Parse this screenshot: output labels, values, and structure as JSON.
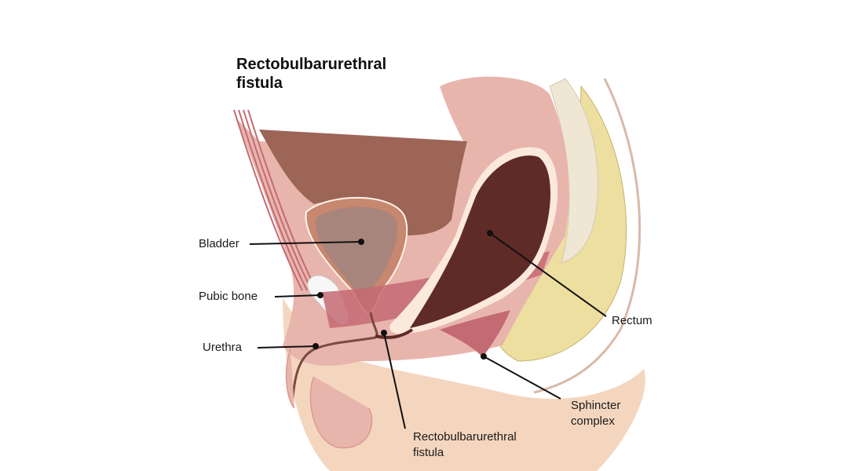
{
  "title": {
    "line1": "Rectobulbarurethral",
    "line2": "fistula"
  },
  "labels": {
    "bladder": "Bladder",
    "pubic_bone": "Pubic bone",
    "urethra": "Urethra",
    "rectum": "Rectum",
    "sphincter_line1": "Sphincter",
    "sphincter_line2": "complex",
    "fistula_line1": "Rectobulbarurethral",
    "fistula_line2": "fistula"
  },
  "colors": {
    "tissue": "#e8b5ad",
    "skin": "#f4d6bf",
    "cavity": "#9d6556",
    "bladder_wall": "#c8876f",
    "bladder_lumen": "#a8857c",
    "rectum_lumen": "#5f2b27",
    "fat": "#eddf9f",
    "muscle": "#c46a72",
    "spine": "#efe6d4"
  }
}
